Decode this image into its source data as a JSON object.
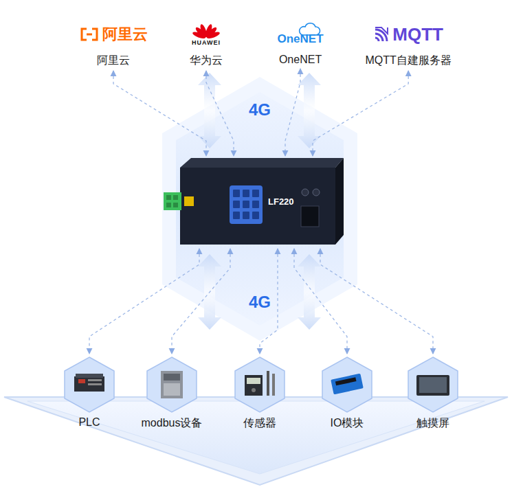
{
  "diagram": {
    "nodes": [
      {
        "text": [
          "阿里云",
          "阿里云"
        ]
      },
      {
        "text": [
          "HUAWEI",
          "华为云"
        ]
      },
      {
        "text": [
          "OneNET",
          "OneNET"
        ]
      },
      {
        "text": [
          "MQTT",
          "MQTT自建服务器"
        ]
      },
      {
        "text": [
          "LF220"
        ]
      },
      {
        "text": [
          "PLC"
        ]
      },
      {
        "text": [
          "modbus设备"
        ]
      },
      {
        "text": [
          "传感器"
        ]
      },
      {
        "text": [
          "IO模块"
        ]
      },
      {
        "text": [
          "触摸屏"
        ]
      }
    ],
    "edges": [
      {
        "from": 0,
        "to": 4,
        "arrow": "both"
      },
      {
        "from": 1,
        "to": 4,
        "arrow": "both"
      },
      {
        "from": 2,
        "to": 4,
        "arrow": "both"
      },
      {
        "from": 3,
        "to": 4,
        "arrow": "both"
      },
      {
        "from": 4,
        "to": 5,
        "arrow": "both"
      },
      {
        "from": 4,
        "to": 6,
        "arrow": "both"
      },
      {
        "from": 4,
        "to": 7,
        "arrow": "both"
      },
      {
        "from": 4,
        "to": 8,
        "arrow": "both"
      },
      {
        "from": 4,
        "to": 9,
        "arrow": "both"
      }
    ],
    "labels": [
      "4G",
      "4G"
    ]
  }
}
